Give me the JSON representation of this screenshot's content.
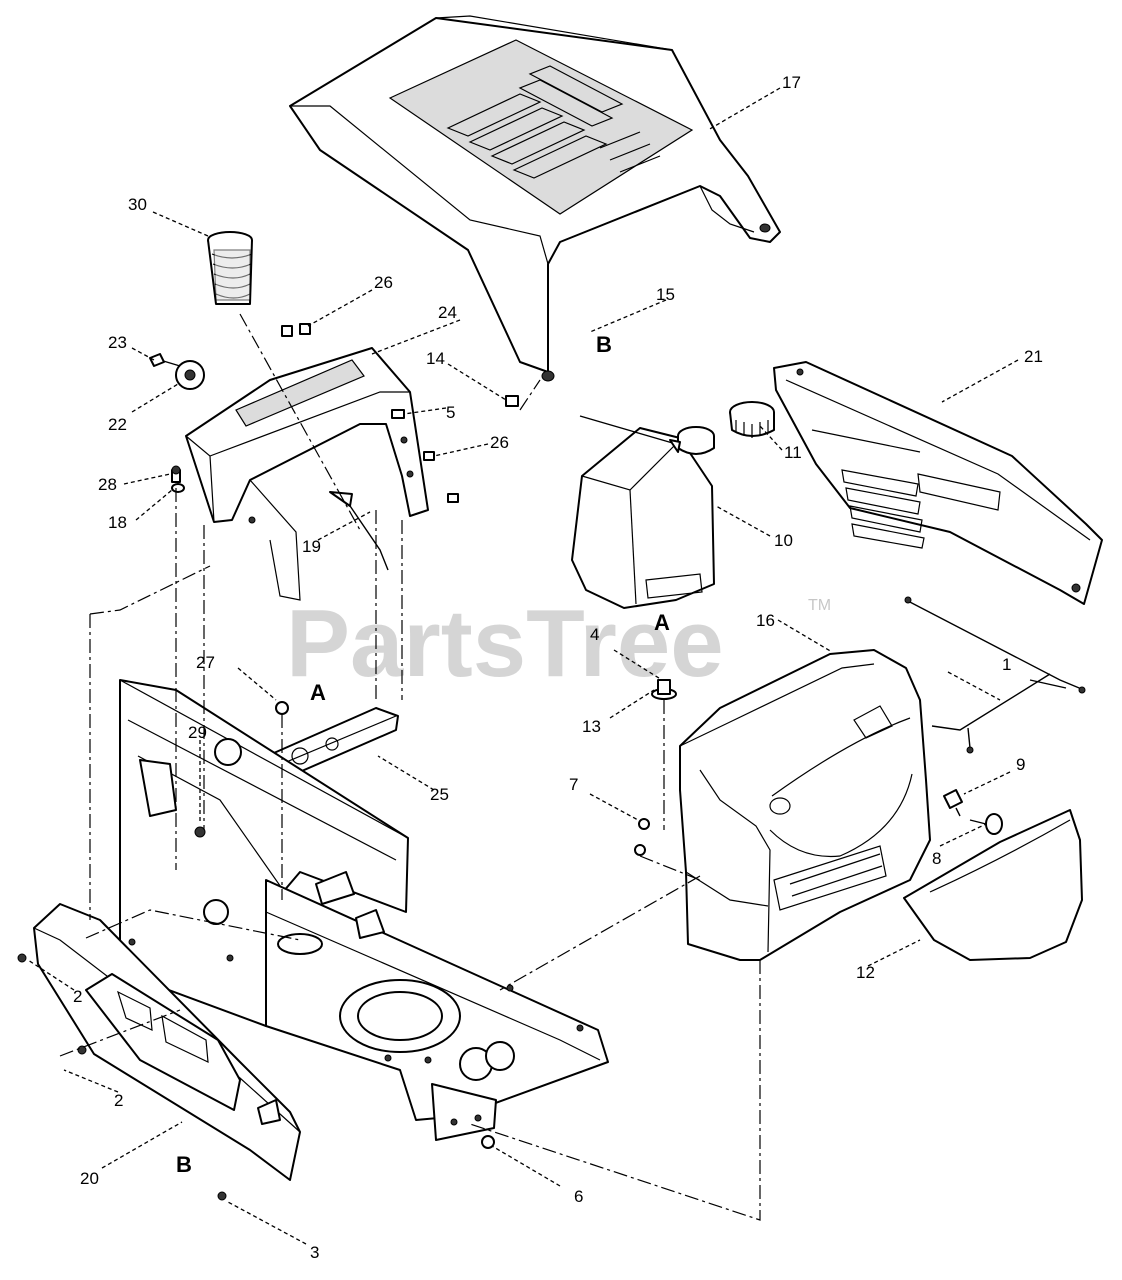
{
  "watermark": {
    "brand": "PartsTree",
    "trademark": "TM"
  },
  "callouts": [
    {
      "id": "c1",
      "label": "1"
    },
    {
      "id": "c2a",
      "label": "2"
    },
    {
      "id": "c2b",
      "label": "2"
    },
    {
      "id": "c3",
      "label": "3"
    },
    {
      "id": "c4",
      "label": "4"
    },
    {
      "id": "c5",
      "label": "5"
    },
    {
      "id": "c6",
      "label": "6"
    },
    {
      "id": "c7",
      "label": "7"
    },
    {
      "id": "c8",
      "label": "8"
    },
    {
      "id": "c9",
      "label": "9"
    },
    {
      "id": "c10",
      "label": "10"
    },
    {
      "id": "c11",
      "label": "11"
    },
    {
      "id": "c12",
      "label": "12"
    },
    {
      "id": "c13",
      "label": "13"
    },
    {
      "id": "c14",
      "label": "14"
    },
    {
      "id": "c15",
      "label": "15"
    },
    {
      "id": "c16",
      "label": "16"
    },
    {
      "id": "c17",
      "label": "17"
    },
    {
      "id": "c18",
      "label": "18"
    },
    {
      "id": "c19",
      "label": "19"
    },
    {
      "id": "c20",
      "label": "20"
    },
    {
      "id": "c21",
      "label": "21"
    },
    {
      "id": "c22",
      "label": "22"
    },
    {
      "id": "c23",
      "label": "23"
    },
    {
      "id": "c24",
      "label": "24"
    },
    {
      "id": "c25",
      "label": "25"
    },
    {
      "id": "c26a",
      "label": "26"
    },
    {
      "id": "c26b",
      "label": "26"
    },
    {
      "id": "c27",
      "label": "27"
    },
    {
      "id": "c28",
      "label": "28"
    },
    {
      "id": "c29",
      "label": "29"
    },
    {
      "id": "c30",
      "label": "30"
    }
  ],
  "reference_letters": [
    {
      "id": "refA1",
      "label": "A"
    },
    {
      "id": "refA2",
      "label": "A"
    },
    {
      "id": "refB1",
      "label": "B"
    },
    {
      "id": "refB2",
      "label": "B"
    }
  ]
}
